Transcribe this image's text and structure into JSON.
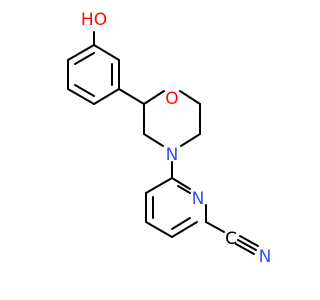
{
  "colors": {
    "bond": "#000000",
    "oxygen": "#ff0d0d",
    "nitrogen": "#3050f8",
    "carbon_label": "#000000",
    "background": "#ffffff"
  },
  "labels": {
    "hydroxyl": "HO",
    "morpholine_oxygen": "O",
    "morpholine_nitrogen": "N",
    "pyridine_nitrogen": "N",
    "nitrile_carbon": "C",
    "nitrile_nitrogen": "N"
  }
}
